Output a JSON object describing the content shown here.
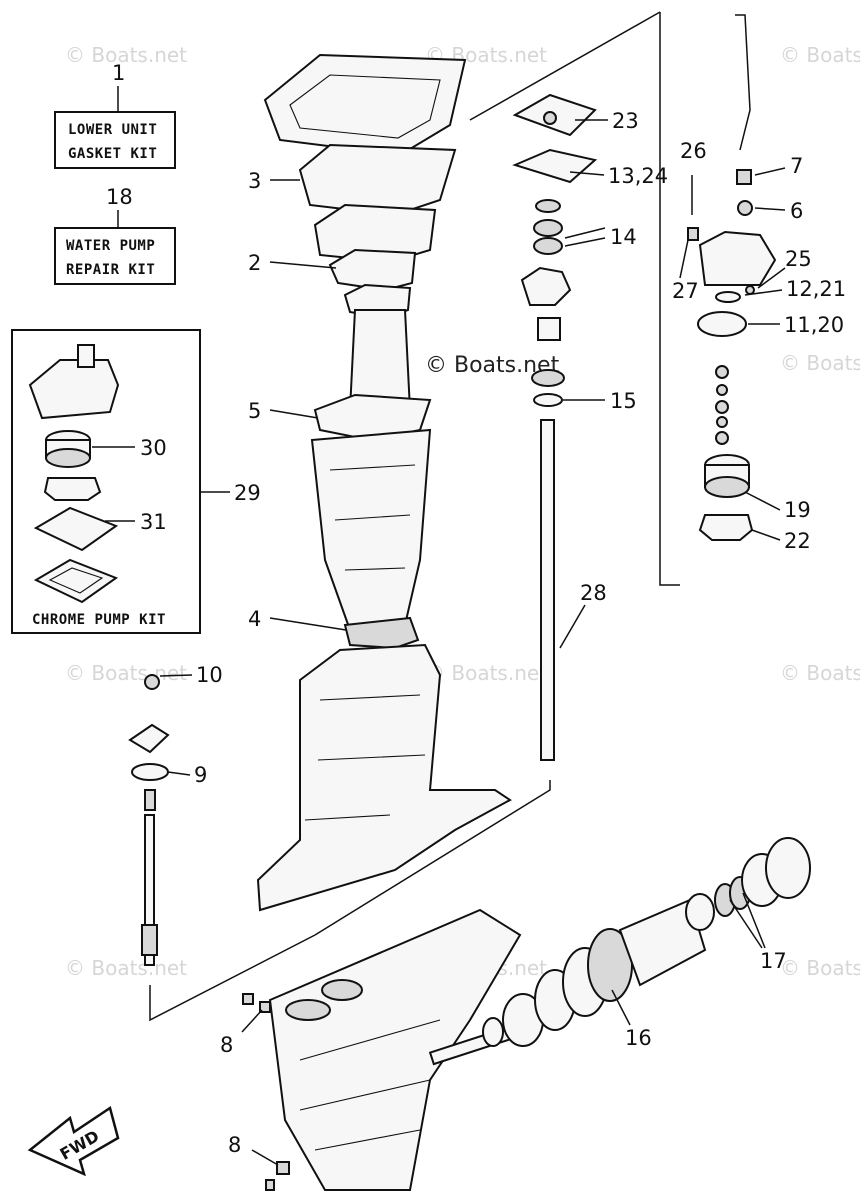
{
  "watermark": {
    "faint": "© Boats.net",
    "main": "© Boats.net"
  },
  "kits": {
    "lower_unit": {
      "number": "1",
      "line1": "LOWER UNIT",
      "line2": "GASKET KIT"
    },
    "water_pump": {
      "number": "18",
      "line1": "WATER PUMP",
      "line2": "REPAIR KIT"
    },
    "chrome_pump": {
      "number": "29",
      "label": "CHROME PUMP KIT"
    }
  },
  "callouts": {
    "c2": "2",
    "c3": "3",
    "c4": "4",
    "c5": "5",
    "c6": "6",
    "c7": "7",
    "c8a": "8",
    "c8b": "8",
    "c9": "9",
    "c10": "10",
    "c11_20": "11,20",
    "c12_21": "12,21",
    "c13_24": "13,24",
    "c14": "14",
    "c15": "15",
    "c16": "16",
    "c17": "17",
    "c19": "19",
    "c22": "22",
    "c23": "23",
    "c25": "25",
    "c26": "26",
    "c27": "27",
    "c28": "28",
    "c30": "30",
    "c31": "31"
  },
  "fwd_arrow": {
    "label": "FWD"
  }
}
